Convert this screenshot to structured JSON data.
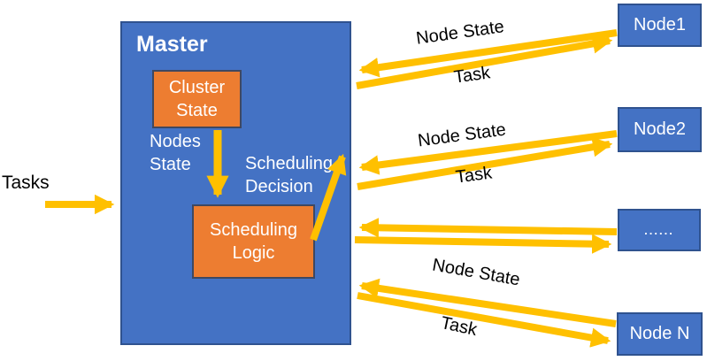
{
  "palette": {
    "box_blue": "#4472C4",
    "box_blue_border": "#2F528F",
    "box_orange": "#ED7D31",
    "box_orange_border": "#3F4861",
    "arrow_gold": "#FFC000",
    "label_dark": "#000000",
    "label_light": "#FFFFFF"
  },
  "input": {
    "tasks_label": "Tasks"
  },
  "master": {
    "title": "Master",
    "cluster_state_box": "Cluster State",
    "nodes_state_label": "Nodes State",
    "scheduling_decision_label": "Scheduling Decision",
    "scheduling_logic_box": "Scheduling Logic"
  },
  "nodes": [
    {
      "label": "Node1"
    },
    {
      "label": "Node2"
    },
    {
      "label": "......"
    },
    {
      "label": "Node N"
    }
  ],
  "links": [
    {
      "state_label": "Node State",
      "task_label": "Task"
    },
    {
      "state_label": "Node State",
      "task_label": "Task"
    },
    {
      "state_label": "",
      "task_label": ""
    },
    {
      "state_label": "Node State",
      "task_label": "Task"
    }
  ]
}
